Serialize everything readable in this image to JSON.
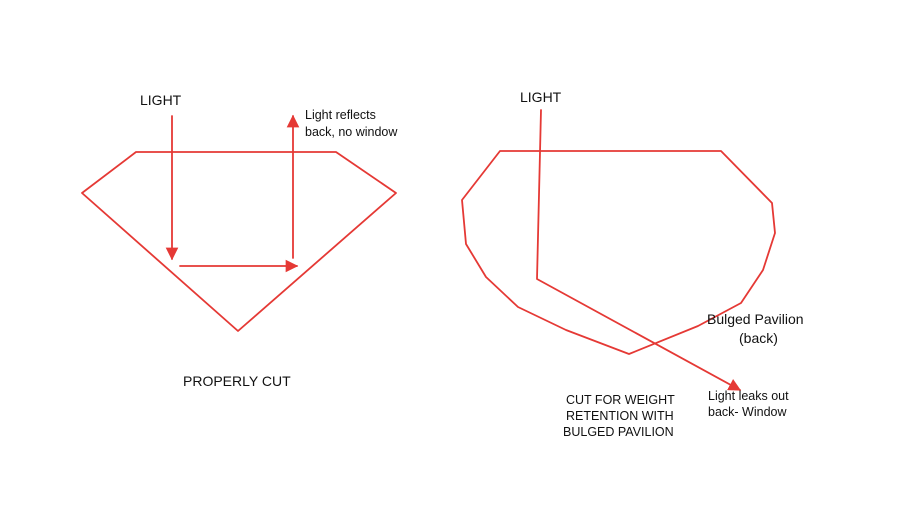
{
  "colors": {
    "outline": "#e53935",
    "text": "#111111",
    "background": "#ffffff"
  },
  "left": {
    "light_label": "LIGHT",
    "reflect_label_lines": [
      "Light reflects",
      "back, no window"
    ],
    "caption": "PROPERLY CUT"
  },
  "right": {
    "light_label": "LIGHT",
    "bulged_label_lines": [
      "Bulged Pavilion",
      "(back)"
    ],
    "leak_label_lines": [
      "Light leaks out",
      "back- Window"
    ],
    "caption_lines": [
      "CUT FOR WEIGHT",
      "RETENTION WITH",
      "BULGED PAVILION"
    ]
  }
}
